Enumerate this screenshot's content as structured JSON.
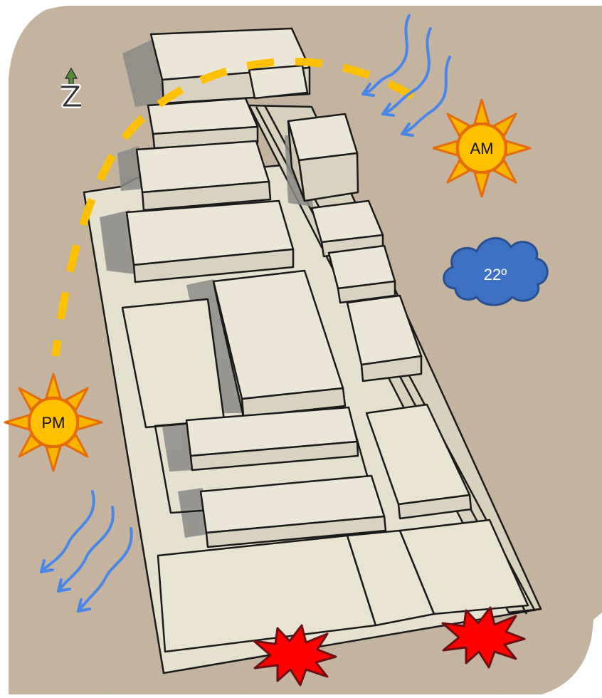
{
  "sun_am": {
    "label": "AM"
  },
  "sun_pm": {
    "label": "PM"
  },
  "cloud": {
    "label": "22º"
  },
  "colors": {
    "ground": "#c4b39d",
    "building": "#ebe6d7",
    "shadow": "#8b8a86",
    "sun_core": "#ffc000",
    "sun_rays": "#e46c0a",
    "sun_path": "#ffc000",
    "wind": "#4a86e8",
    "cloud": "#3d71c4",
    "noise": "#e00000"
  },
  "icons": [
    "north-arrow-icon",
    "sun-icon",
    "cloud-icon",
    "wind-arrow-icon",
    "noise-burst-icon"
  ]
}
